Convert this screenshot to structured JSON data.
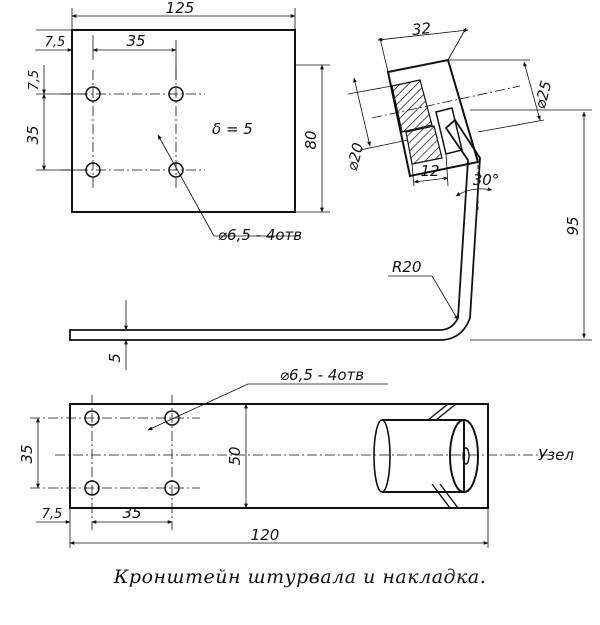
{
  "caption": "Кронштейн штурвала и накладка.",
  "top_plate": {
    "dims": {
      "width": "125",
      "hole_spacing_x": "35",
      "edge_x": "7,5",
      "edge_y": "7,5",
      "hole_spacing_y": "35",
      "height": "80"
    },
    "thickness_label": "δ = 5",
    "hole_callout": "⌀6,5 - 4отв"
  },
  "bracket": {
    "dims": {
      "boss_width": "32",
      "outer_diameter": "⌀25",
      "inner_diameter": "⌀20",
      "slot_width": "12",
      "angle": "30°",
      "height": "95",
      "bend_radius": "R20",
      "strip_thickness": "5"
    }
  },
  "bottom_plate": {
    "dims": {
      "hole_callout": "⌀6,5 - 4отв",
      "hole_spacing_y": "35",
      "height": "50",
      "edge_x": "7,5",
      "hole_spacing_x": "35",
      "length": "120"
    },
    "node_label": "Узел"
  }
}
